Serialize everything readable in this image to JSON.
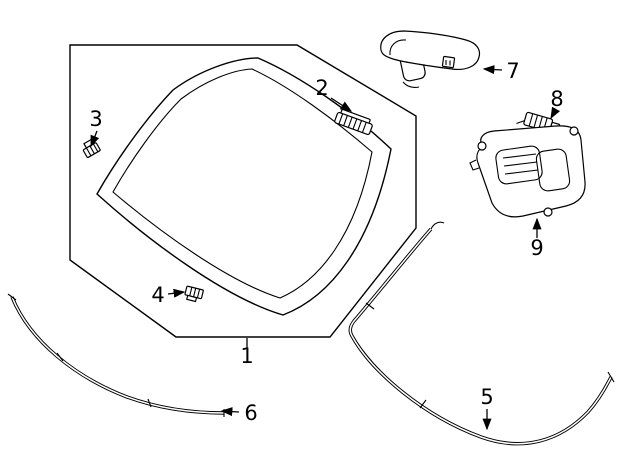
{
  "colors": {
    "background": "#ffffff",
    "line": "#000000"
  },
  "callouts": [
    {
      "label": "1"
    },
    {
      "label": "2"
    },
    {
      "label": "3"
    },
    {
      "label": "4"
    },
    {
      "label": "5"
    },
    {
      "label": "6"
    },
    {
      "label": "7"
    },
    {
      "label": "8"
    },
    {
      "label": "9"
    }
  ]
}
